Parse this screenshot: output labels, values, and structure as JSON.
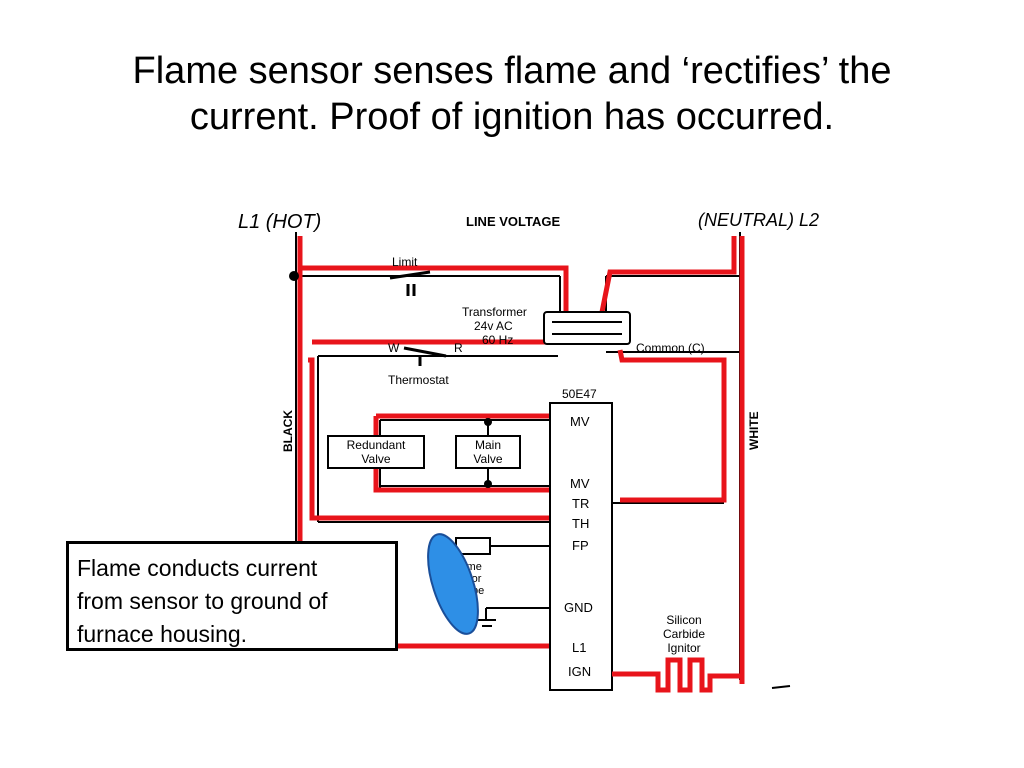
{
  "slide": {
    "title_line1": "Flame sensor senses flame and ‘rectifies’ the",
    "title_line2": "current.  Proof of ignition has occurred."
  },
  "diagram": {
    "l1_label": "L1 (HOT)",
    "line_voltage_label": "LINE VOLTAGE",
    "l2_label": "(NEUTRAL) L2",
    "limit_label": "Limit",
    "transformer_line1": "Transformer",
    "transformer_line2": "24v AC",
    "transformer_line3": "60 Hz",
    "common_label": "Common (C)",
    "thermostat_w": "W",
    "thermostat_r": "R",
    "thermostat_label": "Thermostat",
    "module_label": "50E47",
    "black_label": "BLACK",
    "white_label": "WHITE",
    "redundant_valve_line1": "Redundant",
    "redundant_valve_line2": "Valve",
    "main_valve_line1": "Main",
    "main_valve_line2": "Valve",
    "terminals": {
      "mv1": "MV",
      "mv2": "MV",
      "tr": "TR",
      "th": "TH",
      "fp": "FP",
      "gnd": "GND",
      "l1": "L1",
      "ign": "IGN"
    },
    "flame_sensor_line1": "lame",
    "flame_sensor_line2": "nsor",
    "flame_sensor_line3": "be",
    "ignitor_line1": "Silicon",
    "ignitor_line2": "Carbide",
    "ignitor_line3": "Ignitor"
  },
  "callout": {
    "line1": "Flame conducts current",
    "line2": "from sensor to ground of",
    "line3": "furnace housing."
  },
  "colors": {
    "wire_red": "#e8141b",
    "wire_black": "#000000",
    "flame_blue": "#2e8fe6"
  }
}
